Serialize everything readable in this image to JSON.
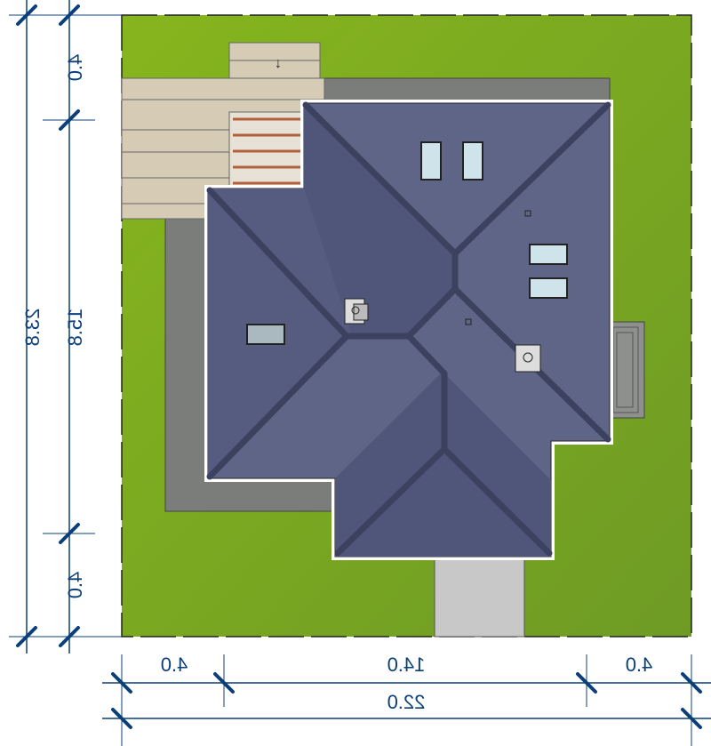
{
  "plan": {
    "entry_arrow": "↓"
  },
  "dimensions": {
    "horizontal": {
      "left_setback": "4.0",
      "building_width": "14.0",
      "right_setback": "4.0",
      "total_width": "22.0"
    },
    "vertical": {
      "top_setback": "4.0",
      "building_depth": "15.8",
      "bottom_setback": "4.0",
      "total_depth": "23.8"
    }
  },
  "colors": {
    "lawn": "#7aa81f",
    "roof": "#5e6587",
    "roof_dark": "#50557a",
    "ridge": "#3c4160",
    "terrace": "#d6ccb5",
    "paving": "#7a7d7a",
    "driveway": "#c8c8c8",
    "dimension": "#0b3f78"
  }
}
